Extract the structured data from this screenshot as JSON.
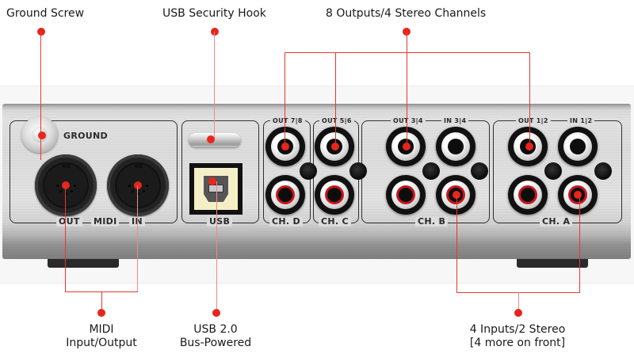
{
  "callouts": {
    "ground_screw": "Ground Screw",
    "usb_security_hook": "USB Security Hook",
    "outputs": "8 Outputs/4 Stereo Channels",
    "midi_line1": "MIDI",
    "midi_line2": "Input/Output",
    "usb_line1": "USB 2.0",
    "usb_line2": "Bus-Powered",
    "inputs_line1": "4 Inputs/2 Stereo",
    "inputs_line2": "[4 more on front]"
  },
  "panel_labels": {
    "ground": "GROUND",
    "midi_out": "OUT",
    "midi": "MIDI",
    "midi_in": "IN",
    "usb": "USB",
    "ch_d": "CH. D",
    "ch_c": "CH. C",
    "ch_b": "CH. B",
    "ch_a": "CH. A",
    "out_78": "OUT 7|8",
    "out_56": "OUT 5|6",
    "out_34": "OUT 3|4",
    "in_34": "IN 3|4",
    "out_12": "OUT 1|2",
    "in_12": "IN 1|2"
  },
  "colors": {
    "callout_red": "#e8251b",
    "rca_red": "#c8161d",
    "usb_face": "#f5efc8"
  }
}
